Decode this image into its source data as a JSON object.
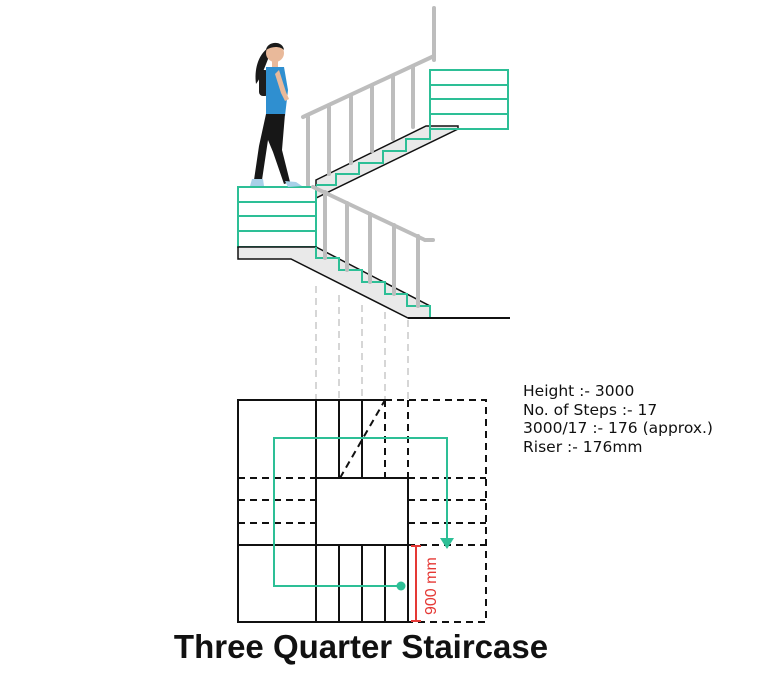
{
  "specs": {
    "height": "Height :- 3000",
    "steps": "No. of Steps :- 17",
    "riser_calc": "3000/17 :- 176 (approx.)",
    "riser": "Riser :- 176mm"
  },
  "dimension_label": "900 mm",
  "title": "Three Quarter Staircase",
  "colors": {
    "teal": "#2dbf96",
    "line": "#111111",
    "rail": "#bdbdbd",
    "red": "#e53935",
    "shirt": "#2f8fd0"
  }
}
